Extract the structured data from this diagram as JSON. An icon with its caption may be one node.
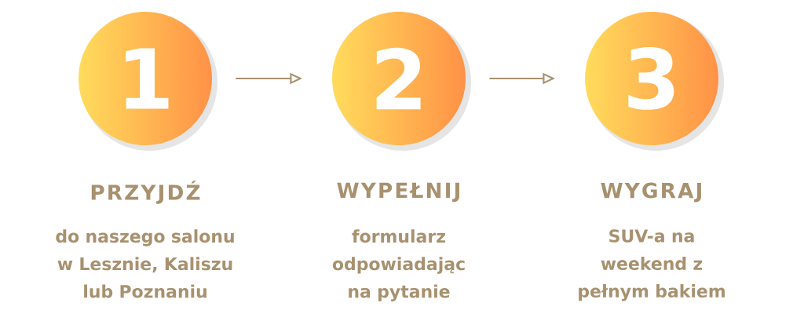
{
  "diagram": {
    "nodes": [
      {
        "text": [
          "1"
        ],
        "beside": [
          "PRZYJDŹ",
          "do naszego salonu w Lesznie, Kaliszu lub Poznaniu"
        ]
      },
      {
        "text": [
          "2"
        ],
        "beside": [
          "WYPEŁNIJ",
          "formularz odpowiadając na pytanie"
        ]
      },
      {
        "text": [
          "3"
        ],
        "beside": [
          "WYGRAJ",
          "SUV-a na weekend z pełnym bakiem"
        ]
      }
    ],
    "edges": [
      {
        "from": 0,
        "to": 1,
        "arrow": "to"
      },
      {
        "from": 1,
        "to": 2,
        "arrow": "to"
      }
    ]
  }
}
